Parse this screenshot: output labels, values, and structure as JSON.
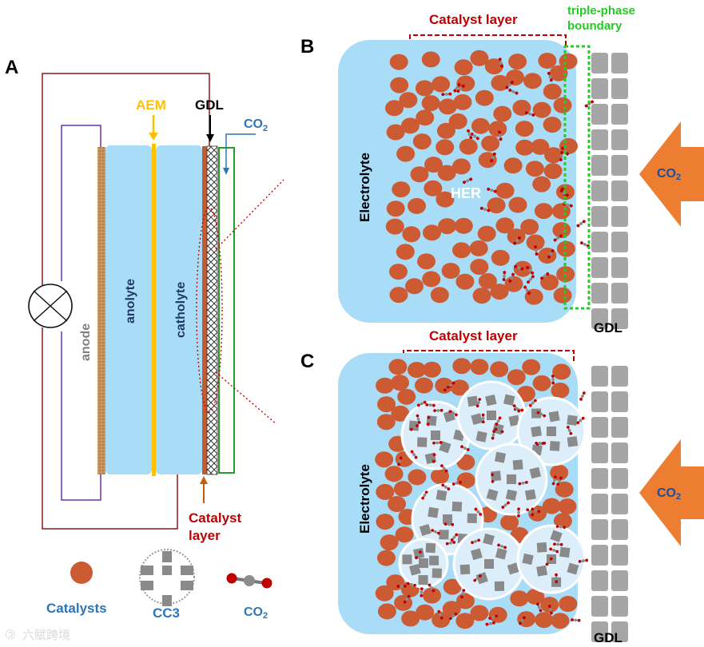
{
  "colors": {
    "electrolyte": "#a9dcf7",
    "catalyst": "#cc5a32",
    "gdl": "#a6a6a6",
    "co2_arrow": "#ed7d31",
    "aem": "#ffc000",
    "catalyst_label": "#c00000",
    "tpb": "#22cc22",
    "co2_text": "#2e75b6",
    "anode": "#c8915a",
    "wire_outer": "#8b1a1a",
    "wire_inner": "#7030a0",
    "wire_green": "#109010"
  },
  "panel_a": {
    "letter": "A",
    "aem": "AEM",
    "gdl": "GDL",
    "co2": "CO",
    "co2_sub": "2",
    "anode": "anode",
    "anolyte": "anolyte",
    "catholyte": "catholyte",
    "catalyst_layer_line1": "Catalyst",
    "catalyst_layer_line2": "layer"
  },
  "panel_b": {
    "letter": "B",
    "catalyst_layer": "Catalyst layer",
    "tpb_line1": "triple-phase",
    "tpb_line2": "boundary",
    "electrolyte": "Electrolyte",
    "her": "HER",
    "co2": "CO",
    "co2_sub": "2",
    "gdl": "GDL"
  },
  "panel_c": {
    "letter": "C",
    "catalyst_layer": "Catalyst layer",
    "electrolyte": "Electrolyte",
    "co2": "CO",
    "co2_sub": "2",
    "gdl": "GDL"
  },
  "legend": {
    "catalysts": "Catalysts",
    "cc3": "CC3",
    "co2": "CO",
    "co2_sub": "2"
  },
  "watermark": "六賦跨境"
}
